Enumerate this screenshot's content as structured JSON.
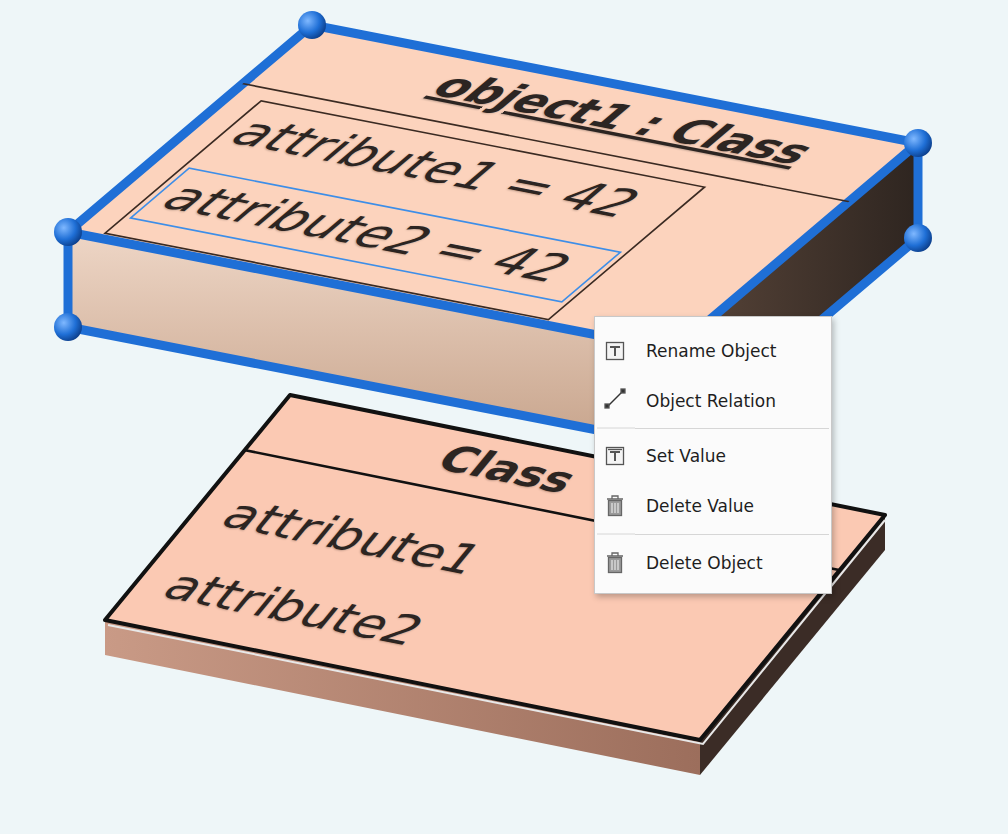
{
  "diagram": {
    "nodes": [
      {
        "text": [
          "object1 : Class"
        ]
      },
      {
        "text": [
          "attribute1 = 42"
        ],
        "in": 0
      },
      {
        "text": [
          "attribute2 = 42"
        ],
        "in": 0
      },
      {
        "text": [
          "Class",
          "attribute1",
          "attribute2"
        ]
      },
      {
        "text": [
          "Rename Object",
          "Object Relation",
          "Set Value",
          "Delete Value",
          "Delete Object"
        ]
      }
    ]
  }
}
